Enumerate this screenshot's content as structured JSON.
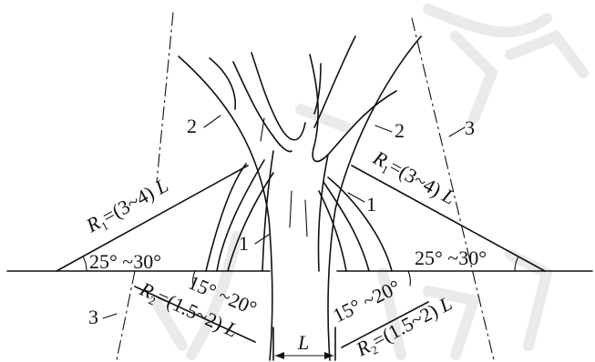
{
  "labels": {
    "n2_left": "2",
    "n2_right": "2",
    "n3_right": "3",
    "n3_left": "3",
    "n1_left": "1",
    "n1_right": "1",
    "r1_left_a": "R",
    "r1_left_sub": "1",
    "r1_left_b": "=(3~4) ",
    "r1_left_c": "L",
    "r1_right_a": "R",
    "r1_right_sub": "1",
    "r1_right_b": "=(3~4) ",
    "r1_right_c": "L",
    "angle_left_25_30": "25° ~30°",
    "angle_right_25_30": "25° ~30°",
    "angle_left_15_20": "15° ~20°",
    "angle_right_15_20": "15° ~20°",
    "r2_left_a": "R",
    "r2_left_sub": "2",
    "r2_left_b": "=(1.5~2) ",
    "r2_left_c": "L",
    "r2_right_a": "R",
    "r2_right_sub": "2",
    "r2_right_b": "=(1.5~2) ",
    "r2_right_c": "L",
    "width_l": "L"
  },
  "colors": {
    "ink": "#111111",
    "watermark": "#d9d9d9",
    "background": "#ffffff"
  }
}
